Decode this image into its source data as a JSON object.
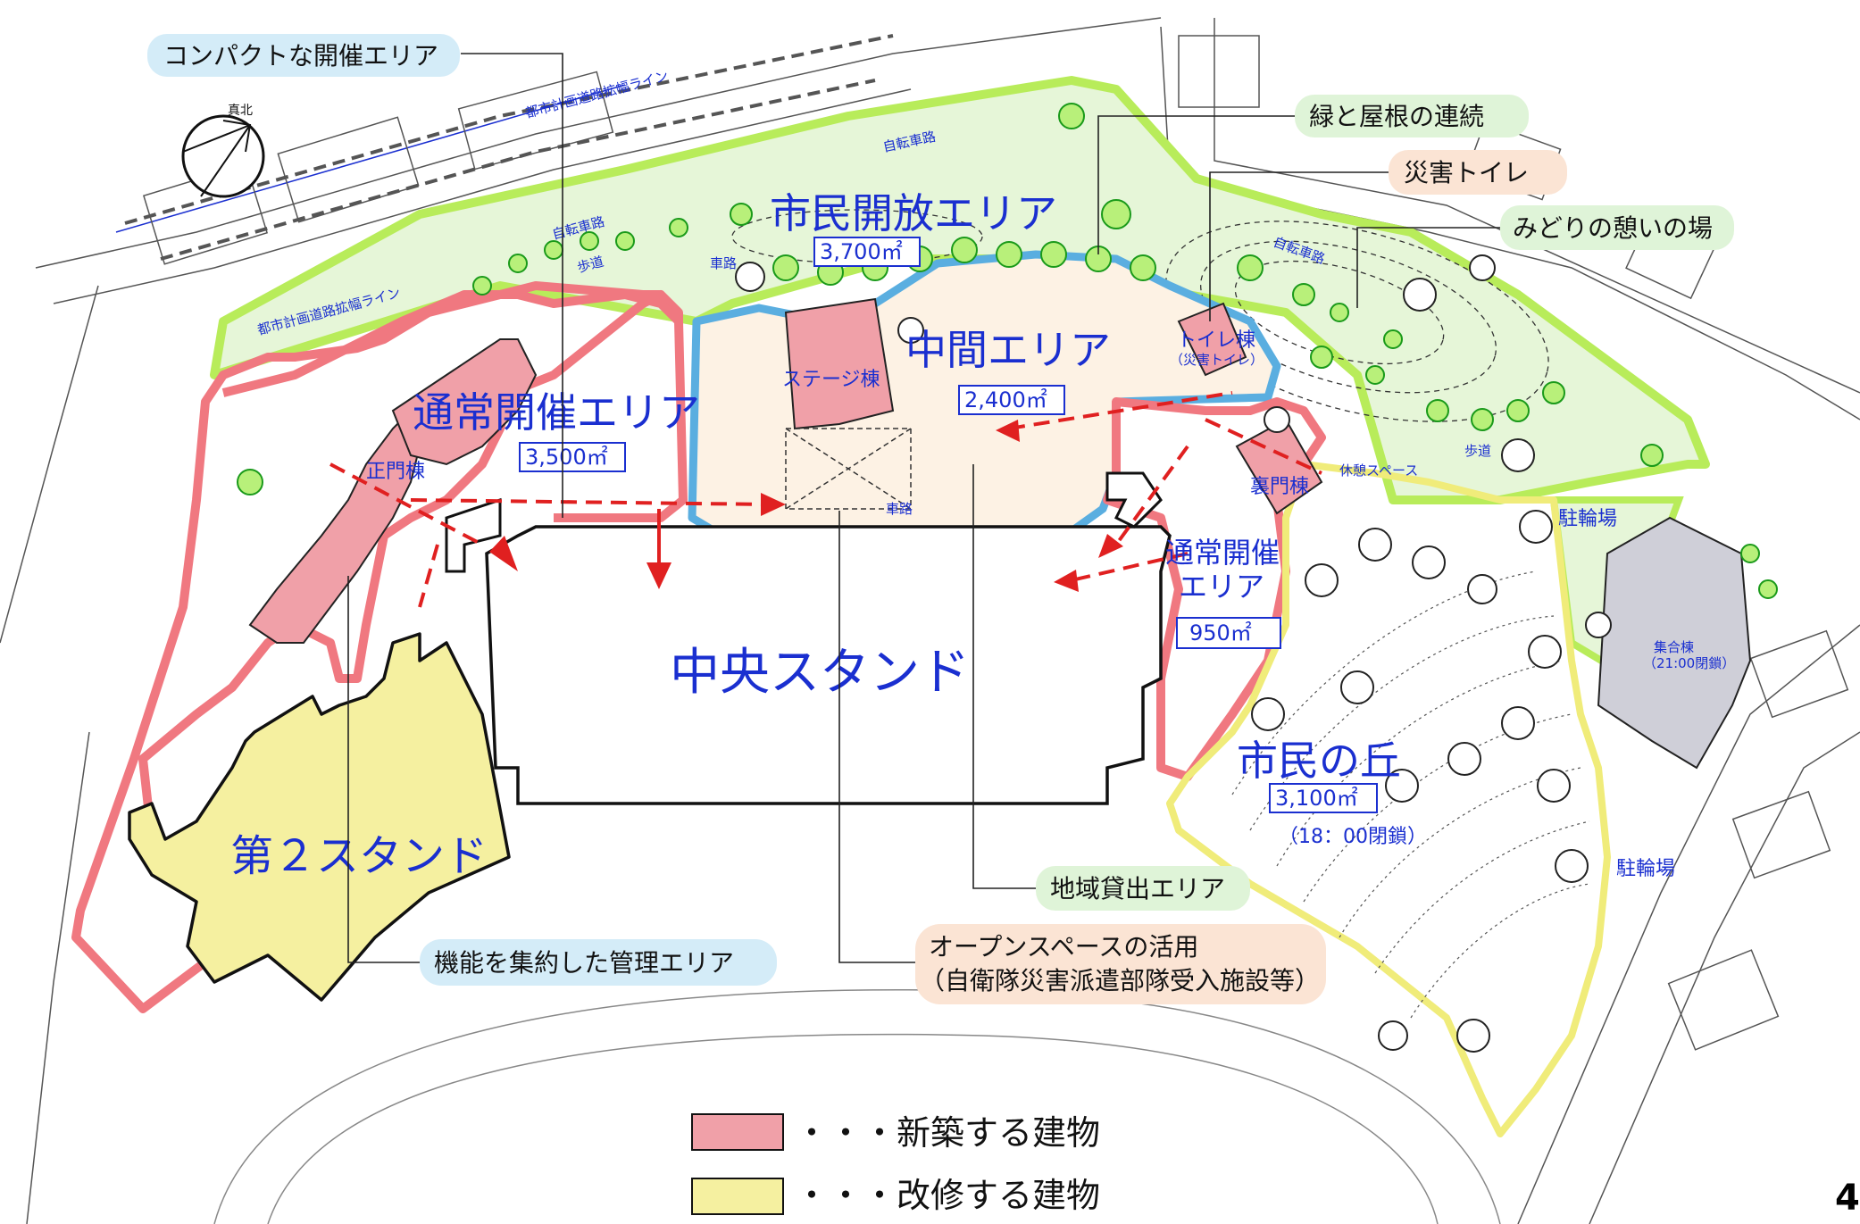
{
  "callouts": {
    "compact_area": "コンパクトな開催エリア",
    "green_roof": "緑と屋根の連続",
    "disaster_toilet": "災害トイレ",
    "green_rest": "みどりの憩いの場",
    "community_rental": "地域貸出エリア",
    "open_space_line1": "オープンスペースの活用",
    "open_space_line2": "（自衛隊災害派遣部隊受入施設等）",
    "management_area": "機能を集約した管理エリア"
  },
  "areas": {
    "citizen_open": {
      "name": "市民開放エリア",
      "size": "3,700㎡"
    },
    "middle": {
      "name": "中間エリア",
      "size": "2,400㎡"
    },
    "normal_main": {
      "name": "通常開催エリア",
      "size": "3,500㎡"
    },
    "normal_east_line1": "通常開催",
    "normal_east_line2": "エリア",
    "normal_east_size": "950㎡",
    "citizen_hill": {
      "name": "市民の丘",
      "size": "3,100㎡",
      "note": "（18：00閉鎖）"
    }
  },
  "buildings": {
    "central_stand": "中央スタンド",
    "second_stand": "第２スタンド",
    "stage_building": "ステージ棟",
    "main_gate": "正門棟",
    "back_gate": "裏門棟",
    "toilet_building": "トイレ棟",
    "toilet_sub": "（災害トイレ）",
    "rest_space": "休憩スペース",
    "assembly_building": "集合棟",
    "assembly_sub": "（21:00閉鎖）"
  },
  "map_labels": {
    "bicycle_parking_1": "駐輪場",
    "bicycle_parking_2": "駐輪場",
    "walkway_1": "歩道",
    "walkway_2": "歩道",
    "roadway_1": "車路",
    "roadway_2": "車路",
    "bike_road_1": "自転車路",
    "bike_road_2": "自転車路",
    "bike_road_3": "自転車路",
    "city_plan_line_1": "都市計画道路拡幅ライン",
    "city_plan_line_2": "都市計画道路拡幅ライン",
    "north": "真北"
  },
  "legend": {
    "new_building": "・・・新築する建物",
    "renovated_building": "・・・改修する建物",
    "new_color": "#f0a0a8",
    "renovated_color": "#f5f0a0"
  },
  "colors": {
    "new_outline": "#f07880",
    "green_outline": "#b8ec5a",
    "middle_outline": "#5aaee0",
    "hill_outline": "#f0ec7a",
    "arrow": "#e02020",
    "area_text": "#1a2fd0"
  },
  "page_number": "4"
}
